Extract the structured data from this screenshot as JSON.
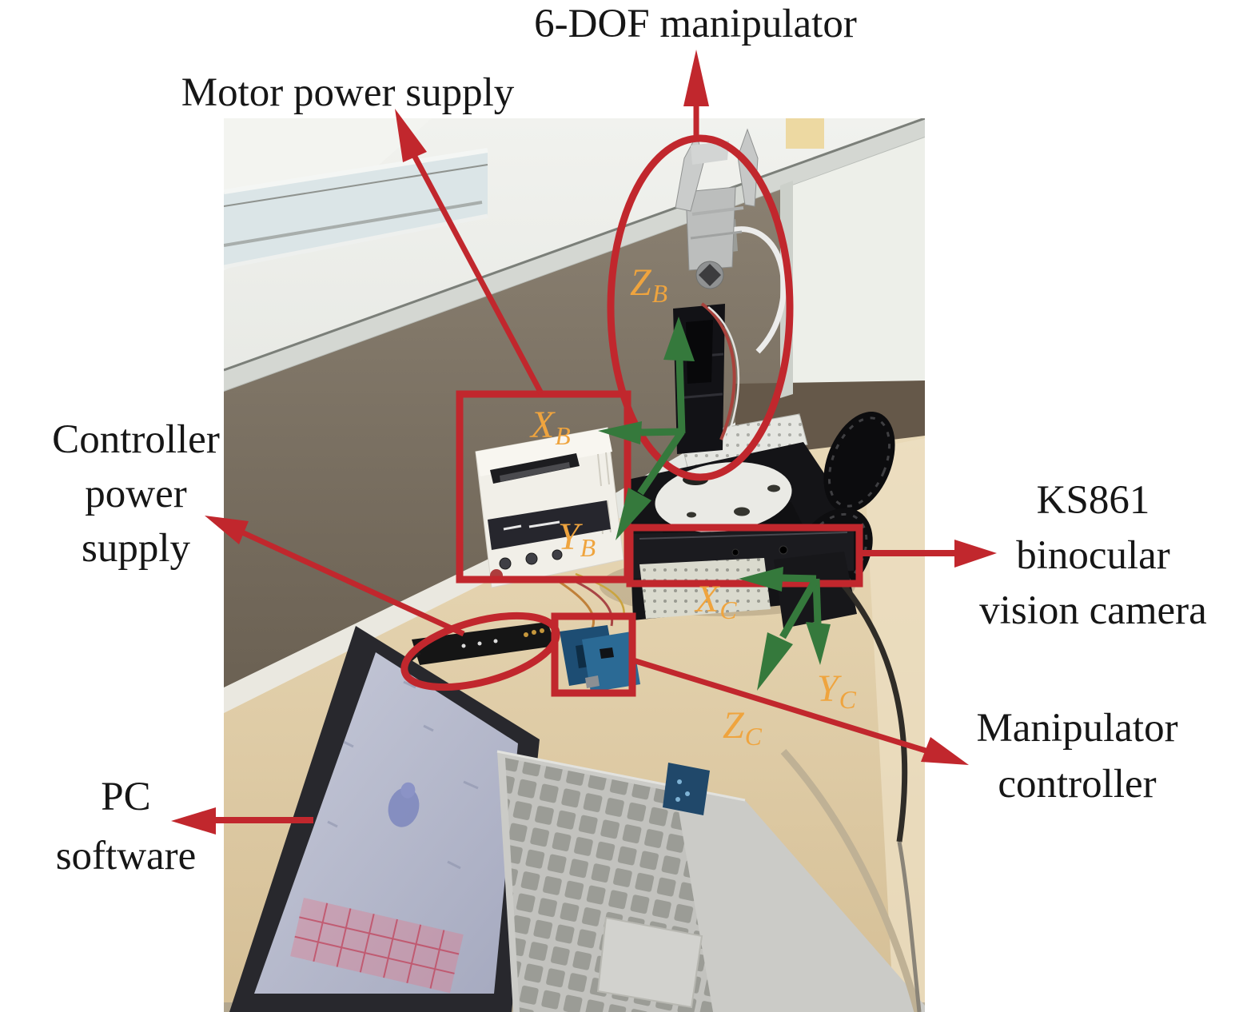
{
  "figure": {
    "callouts": {
      "manipulator": {
        "text": "6-DOF manipulator"
      },
      "motor_power_supply": {
        "text": "Motor power supply"
      },
      "controller_power_supply": {
        "lines": [
          "Controller",
          "power",
          "supply"
        ]
      },
      "binocular_camera": {
        "lines": [
          "KS861",
          "binocular",
          "vision camera"
        ]
      },
      "manipulator_controller": {
        "lines": [
          "Manipulator",
          "controller"
        ]
      },
      "pc_software": {
        "lines": [
          "PC",
          "software"
        ]
      }
    },
    "axis_labels": {
      "base_z": {
        "axis": "Z",
        "frame": "B"
      },
      "base_x": {
        "axis": "X",
        "frame": "B"
      },
      "base_y": {
        "axis": "Y",
        "frame": "B"
      },
      "camera_x": {
        "axis": "X",
        "frame": "C"
      },
      "camera_y": {
        "axis": "Y",
        "frame": "C"
      },
      "camera_z": {
        "axis": "Z",
        "frame": "C"
      }
    },
    "colors": {
      "annotation_red": "#c1272d",
      "axis_arrow_green": "#35793c",
      "axis_label_orange": "#efa43e",
      "label_text_black": "#161616"
    }
  }
}
